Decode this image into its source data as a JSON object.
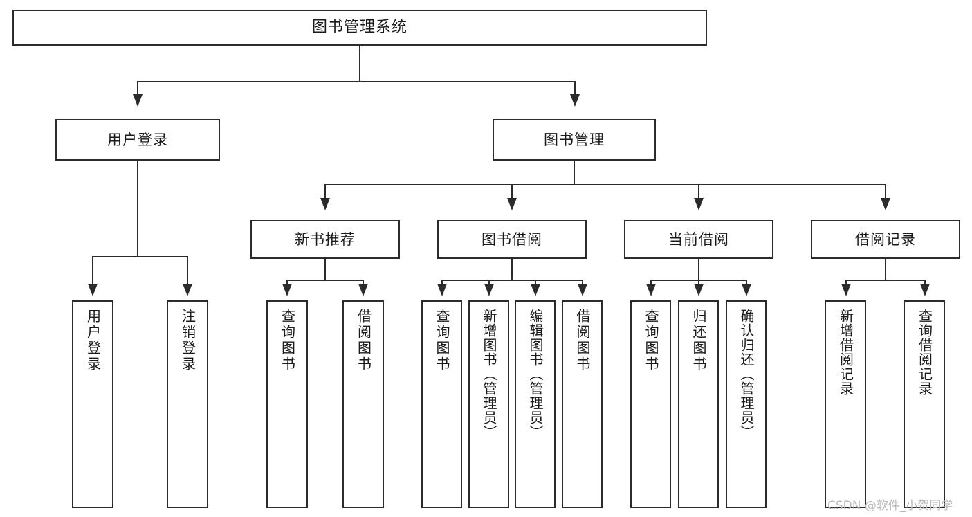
{
  "diagram": {
    "type": "tree-structure-chart",
    "title": "图书管理系统",
    "line_color": "#2b2b2b",
    "box_fill": "#ffffff",
    "text_color": "#1a1a1a"
  },
  "root": {
    "label": "图书管理系统"
  },
  "level2": [
    {
      "label": "用户登录"
    },
    {
      "label": "图书管理"
    }
  ],
  "level3": [
    {
      "label": "新书推荐"
    },
    {
      "label": "图书借阅"
    },
    {
      "label": "当前借阅"
    },
    {
      "label": "借阅记录"
    }
  ],
  "leaves": {
    "user_login": [
      {
        "label": "用户登录"
      },
      {
        "label": "注销登录"
      }
    ],
    "new_book": [
      {
        "label": "查询图书"
      },
      {
        "label": "借阅图书"
      }
    ],
    "book_borrow": [
      {
        "label": "查询图书"
      },
      {
        "label": "新增图书（管理员）"
      },
      {
        "label": "编辑图书（管理员）"
      },
      {
        "label": "借阅图书"
      }
    ],
    "current_borrow": [
      {
        "label": "查询图书"
      },
      {
        "label": "归还图书"
      },
      {
        "label": "确认归还（管理员）"
      }
    ],
    "borrow_record": [
      {
        "label": "新增借阅记录"
      },
      {
        "label": "查询借阅记录"
      }
    ]
  },
  "watermark": {
    "text": "CSDN @软件_小贺同学"
  }
}
